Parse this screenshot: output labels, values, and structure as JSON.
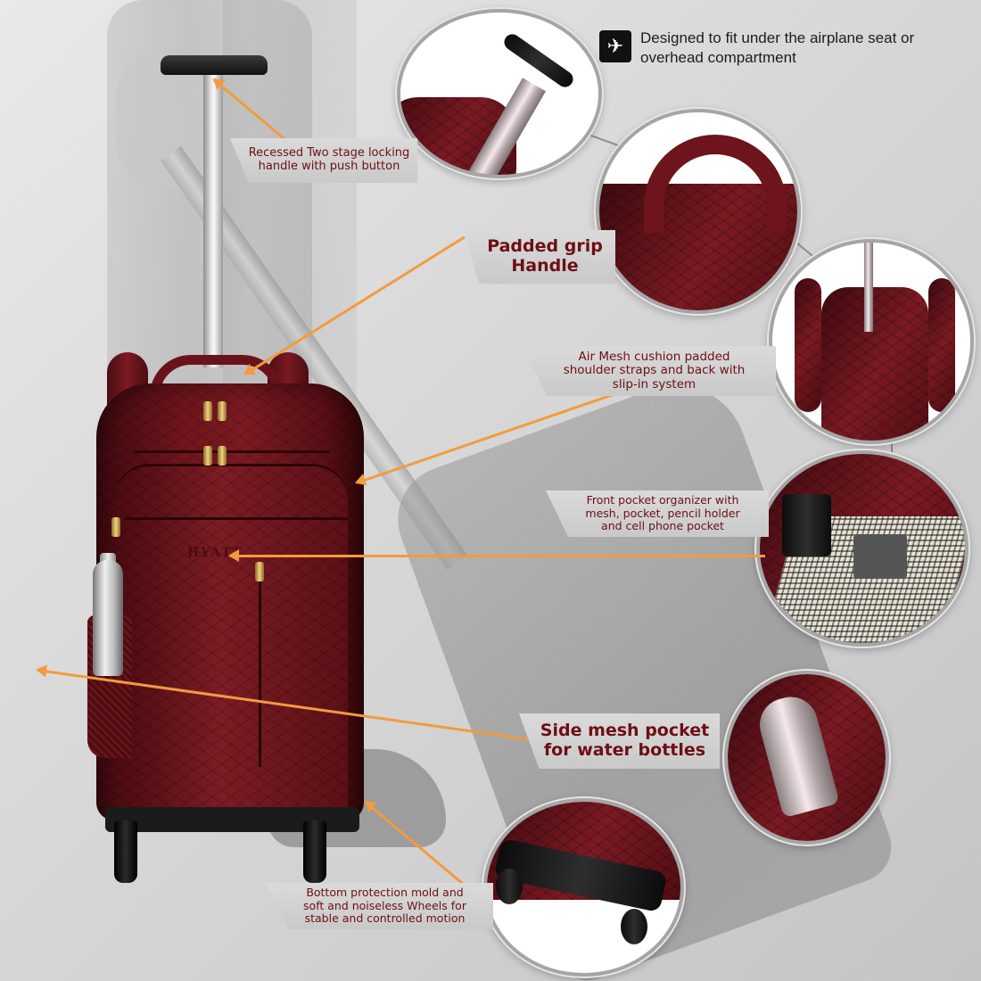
{
  "product": {
    "brand_emboss": "HYATT",
    "colors": {
      "leather": "#6e141c",
      "label_text": "#6d0f14",
      "label_bg": "#d2d2d2",
      "arrow": "#f29b3e",
      "background": "#d9d9d9"
    }
  },
  "travel_note": {
    "icon": "airplane-icon",
    "icon_glyph": "✈",
    "text_line1": "Designed to fit under the airplane seat or",
    "text_line2": "overhead compartment"
  },
  "callouts": [
    {
      "id": "handle",
      "line1": "Recessed Two stage locking",
      "line2": "handle with push button"
    },
    {
      "id": "grip",
      "line1": "Padded grip",
      "line2": "Handle"
    },
    {
      "id": "mesh",
      "line1": "Air Mesh cushion padded",
      "line2": "shoulder straps and back with",
      "line3": "slip-in system"
    },
    {
      "id": "front",
      "line1": "Front pocket organizer with",
      "line2": "mesh, pocket, pencil holder",
      "line3": "and cell phone pocket"
    },
    {
      "id": "side",
      "line1": "Side mesh pocket",
      "line2": "for water bottles"
    },
    {
      "id": "bottom",
      "line1": "Bottom protection mold and",
      "line2": "soft and noiseless Wheels for",
      "line3": "stable and controlled motion"
    }
  ],
  "detail_circles": [
    {
      "id": "trolley-handle",
      "depicts": "telescopic trolley handle"
    },
    {
      "id": "grip-handle",
      "depicts": "padded top grip handle"
    },
    {
      "id": "back-straps",
      "depicts": "shoulder straps and back panel"
    },
    {
      "id": "front-organizer",
      "depicts": "front pocket organizer with phone and calculator"
    },
    {
      "id": "side-pocket",
      "depicts": "water bottle in side mesh pocket"
    },
    {
      "id": "wheels",
      "depicts": "bottom wheels and protection mold"
    }
  ]
}
